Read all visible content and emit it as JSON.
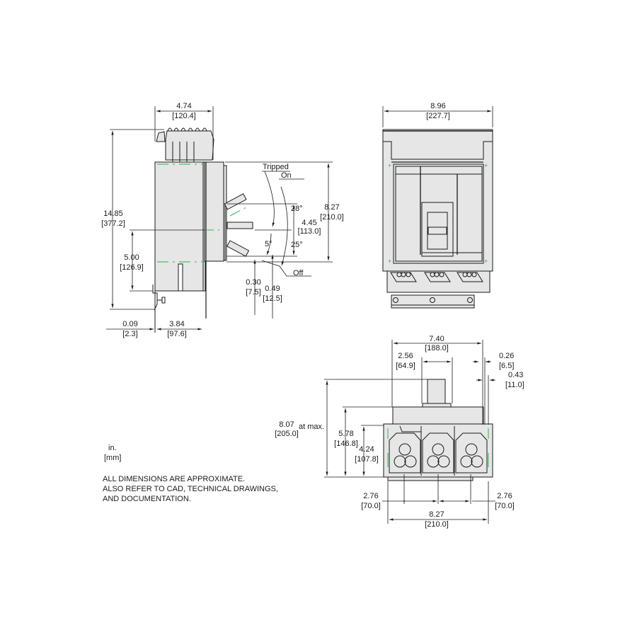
{
  "side_view": {
    "width": {
      "in": "4.74",
      "mm": "[120.4]"
    },
    "height": {
      "in": "14.85",
      "mm": "[377.2]"
    },
    "lower_height": {
      "in": "5.00",
      "mm": "[126.9]"
    },
    "front_offset": {
      "in": "0.09",
      "mm": "[2.3]"
    },
    "depth": {
      "in": "3.84",
      "mm": "[97.6]"
    },
    "handle_span": {
      "in": "8.27",
      "mm": "[210.0]"
    },
    "handle_center": {
      "in": "4.45",
      "mm": "[113.0]"
    },
    "handle_offset_a": {
      "in": "0.30",
      "mm": "[7.5]"
    },
    "handle_offset_b": {
      "in": "0.49",
      "mm": "[12.5]"
    },
    "angles": {
      "a28": "28°",
      "a25": "25°",
      "a5": "5°"
    },
    "positions": {
      "tripped": "Tripped",
      "on": "On",
      "off": "Off"
    }
  },
  "front_view": {
    "width": {
      "in": "8.96",
      "mm": "[227.7]"
    }
  },
  "bottom_view": {
    "width": {
      "in": "7.40",
      "mm": "[188.0]"
    },
    "handle_width": {
      "in": "2.56",
      "mm": "[64.9]"
    },
    "offset_a": {
      "in": "0.26",
      "mm": "[6.5]"
    },
    "offset_b": {
      "in": "0.43",
      "mm": "[11.0]"
    },
    "max_height": {
      "in": "8.07",
      "mm": "[205.0]",
      "suffix": "at max."
    },
    "body_height": {
      "in": "5.78",
      "mm": "[146.8]"
    },
    "terminal_height": {
      "in": "4.24",
      "mm": "[107.8]"
    },
    "pitch_left": {
      "in": "2.76",
      "mm": "[70.0]"
    },
    "pitch_right": {
      "in": "2.76",
      "mm": "[70.0]"
    },
    "mount_width": {
      "in": "8.27",
      "mm": "[210.0]"
    }
  },
  "units": {
    "in": "in.",
    "mm": "[mm]"
  },
  "notes": [
    "ALL DIMENSIONS ARE APPROXIMATE.",
    "ALSO REFER TO CAD, TECHNICAL DRAWINGS,",
    "AND DOCUMENTATION."
  ],
  "colors": {
    "line": "#1a1a1a",
    "fill": "#e6e6e6",
    "centerline": "#2db34a"
  }
}
